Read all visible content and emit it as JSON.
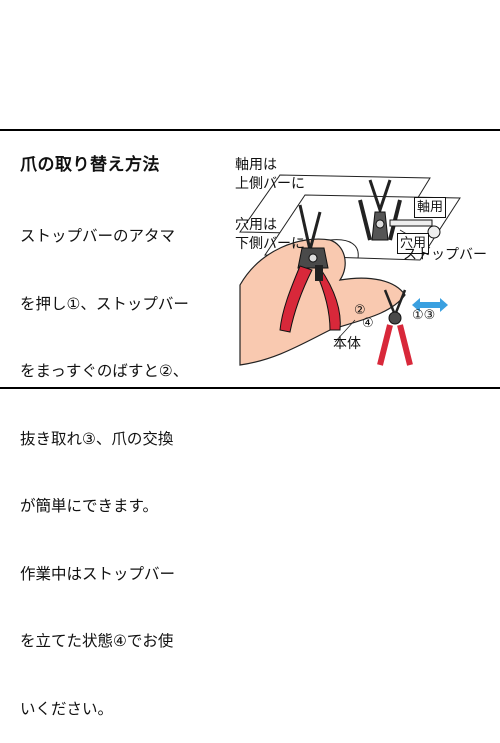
{
  "title": "爪の取り替え方法",
  "instructions": [
    "ストップバーのアタマ",
    "を押し①、ストップバー",
    "をまっすぐのばすと②、",
    "抜き取れ③、爪の交換",
    "が簡単にできます。",
    "作業中はストップバー",
    "を立てた状態④でお使",
    "いください。"
  ],
  "labels": {
    "shaft_use": "軸用は\n上側バーに",
    "hole_use": "穴用は\n下側バーに",
    "shaft_tag": "軸用",
    "hole_tag": "穴用",
    "stop_bar": "ストップバー",
    "body": "本体",
    "num_1_3": "①③",
    "num_2": "②",
    "num_4": "④"
  },
  "colors": {
    "handle_red": "#d8283a",
    "skin": "#f9c9b0",
    "arrow_blue": "#3aa0e0"
  }
}
